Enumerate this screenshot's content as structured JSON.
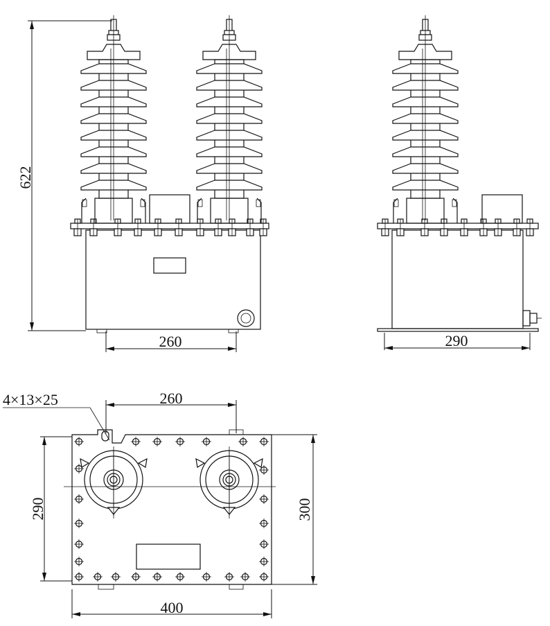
{
  "dimensions": {
    "height_622": "622",
    "front_width_260": "260",
    "side_width_290": "290",
    "top_spacing_260": "260",
    "top_depth_290": "290",
    "top_depth_300": "300",
    "top_width_400": "400",
    "hole_spec": "4×13×25"
  },
  "colors": {
    "line": "#111111",
    "background": "#ffffff"
  }
}
